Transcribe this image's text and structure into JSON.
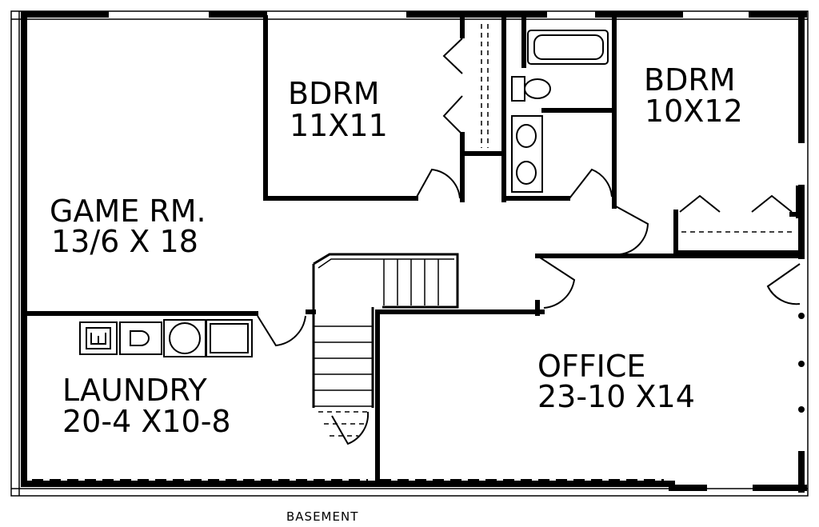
{
  "rooms": {
    "bdrm_left": {
      "name": "BDRM",
      "size": "11X11"
    },
    "bdrm_right": {
      "name": "BDRM",
      "size": "10X12"
    },
    "game_room": {
      "name": "GAME RM.",
      "size": "13/6 X 18"
    },
    "laundry": {
      "name": "LAUNDRY",
      "size": "20-4 X10-8"
    },
    "office": {
      "name": "OFFICE",
      "size": "23-10 X14"
    }
  },
  "caption": "BASEMENT",
  "colors": {
    "line": "#000000",
    "background": "#ffffff"
  }
}
